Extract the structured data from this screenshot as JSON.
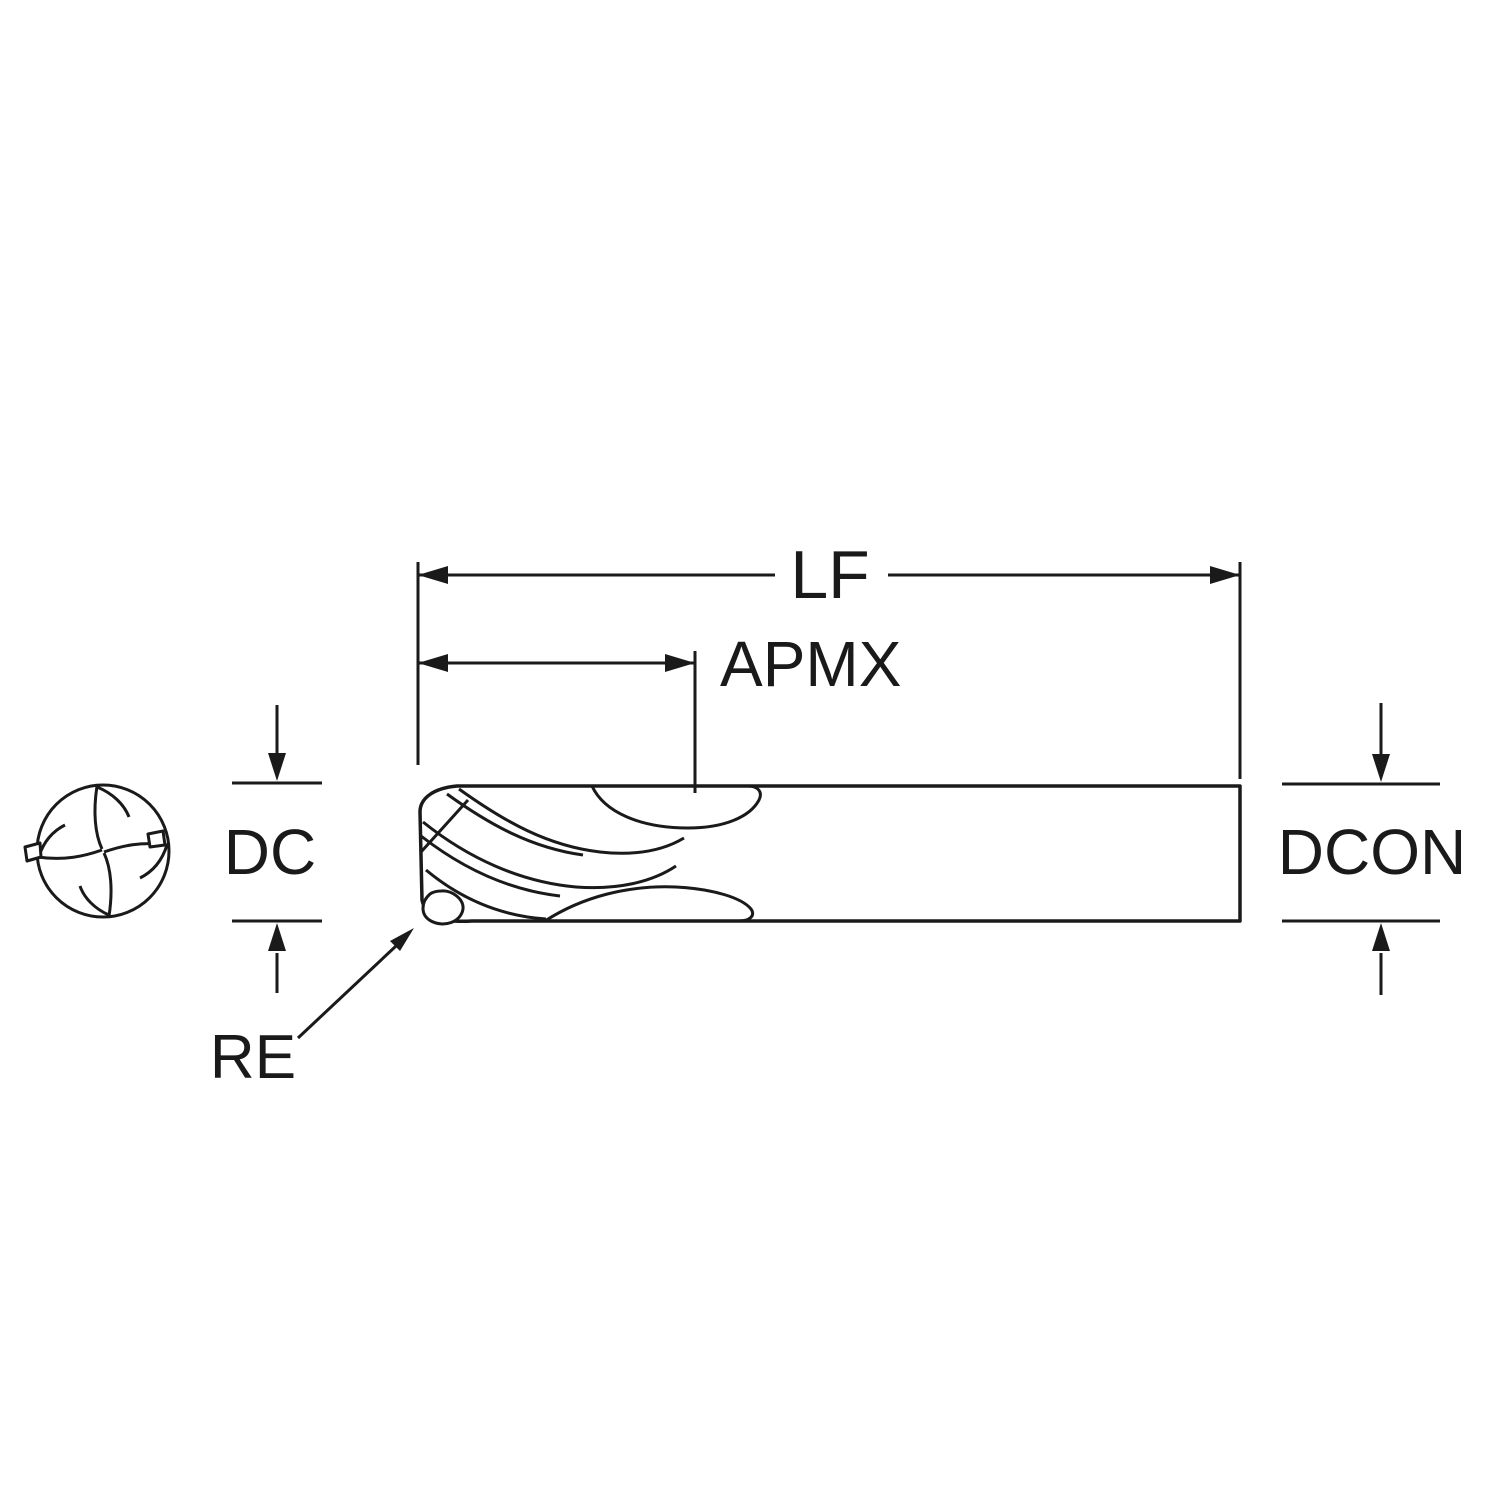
{
  "colors": {
    "line": "#1a1a1a",
    "background": "#ffffff"
  },
  "labels": {
    "lf": "LF",
    "apmx": "APMX",
    "dc": "DC",
    "dcon": "DCON",
    "re": "RE"
  }
}
